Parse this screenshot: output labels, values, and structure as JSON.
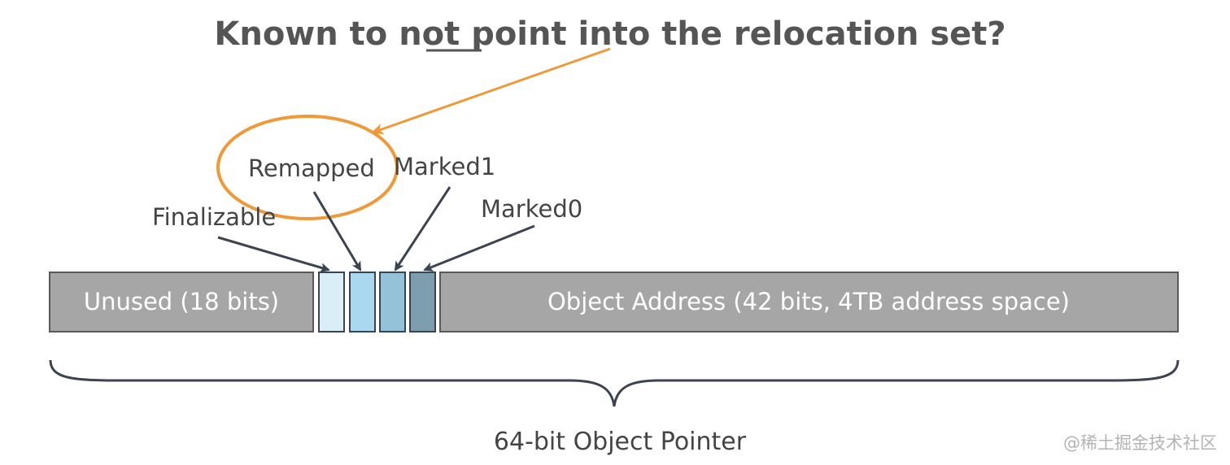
{
  "title": {
    "before": "Known to ",
    "emphasis": "not",
    "after": " point into the relocation set?"
  },
  "segments": {
    "unused": "Unused (18 bits)",
    "address": "Object Address (42 bits, 4TB address space)"
  },
  "bits": {
    "finalizable": {
      "label": "Finalizable",
      "color": "#daeef8"
    },
    "remapped": {
      "label": "Remapped",
      "color": "#a9d8f0"
    },
    "marked1": {
      "label": "Marked1",
      "color": "#93c2d9"
    },
    "marked0": {
      "label": "Marked0",
      "color": "#7d9eae"
    }
  },
  "caption": "64-bit Object Pointer",
  "watermark": "@稀土掘金技术社区",
  "colors": {
    "segment": "#a6a6a6",
    "outline": "#595959",
    "highlight": "#ee9a3a",
    "arrow": "#3b4450"
  }
}
